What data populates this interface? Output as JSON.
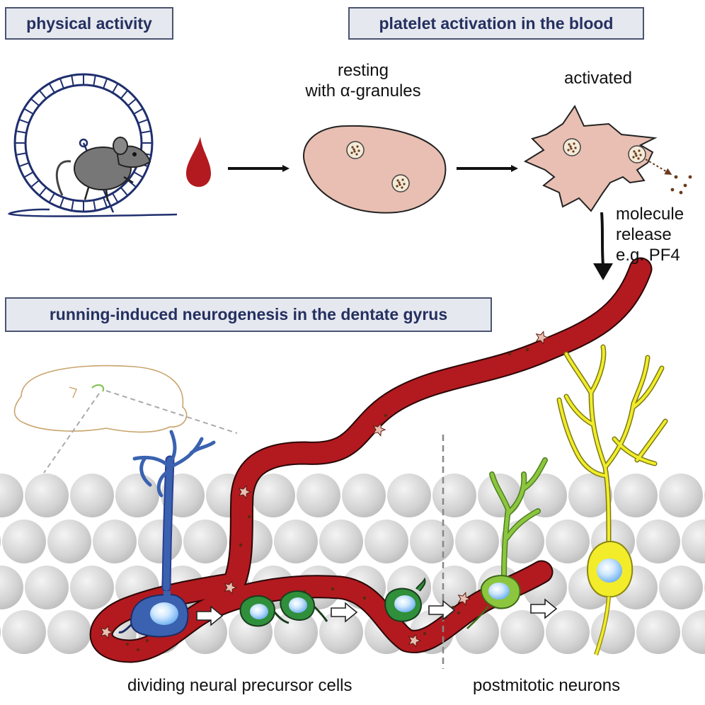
{
  "headers": {
    "physical_activity": "physical activity",
    "platelet_activation": "platelet activation in the blood",
    "neurogenesis": "running-induced neurogenesis in the dentate gyrus"
  },
  "platelets": {
    "resting_line1": "resting",
    "resting_line2": "with α-granules",
    "activated": "activated"
  },
  "release": {
    "line1": "molecule",
    "line2": "release",
    "line3": "e.g. PF4"
  },
  "cells": {
    "dividing": "dividing neural precursor cells",
    "postmitotic": "postmitotic neurons"
  },
  "icons": [
    "running-wheel-icon",
    "mouse-icon",
    "blood-drop-icon",
    "resting-platelet-icon",
    "activated-platelet-icon",
    "blood-vessel-icon",
    "brain-outline-icon",
    "radial-glia-cell-icon",
    "precursor-cell-icon",
    "immature-neuron-icon",
    "mature-neuron-icon"
  ],
  "colors": {
    "header_text": "#243060",
    "header_bg": "#e6e8ef",
    "platelet": "#e8bfb2",
    "blood": "#b21a1f",
    "radial_glia": "#3a62b0",
    "precursor": "#2f8f3a",
    "immature_neuron": "#78b833",
    "mature_neuron": "#f2ec2a",
    "granule_cells": "#cfcfcf"
  }
}
